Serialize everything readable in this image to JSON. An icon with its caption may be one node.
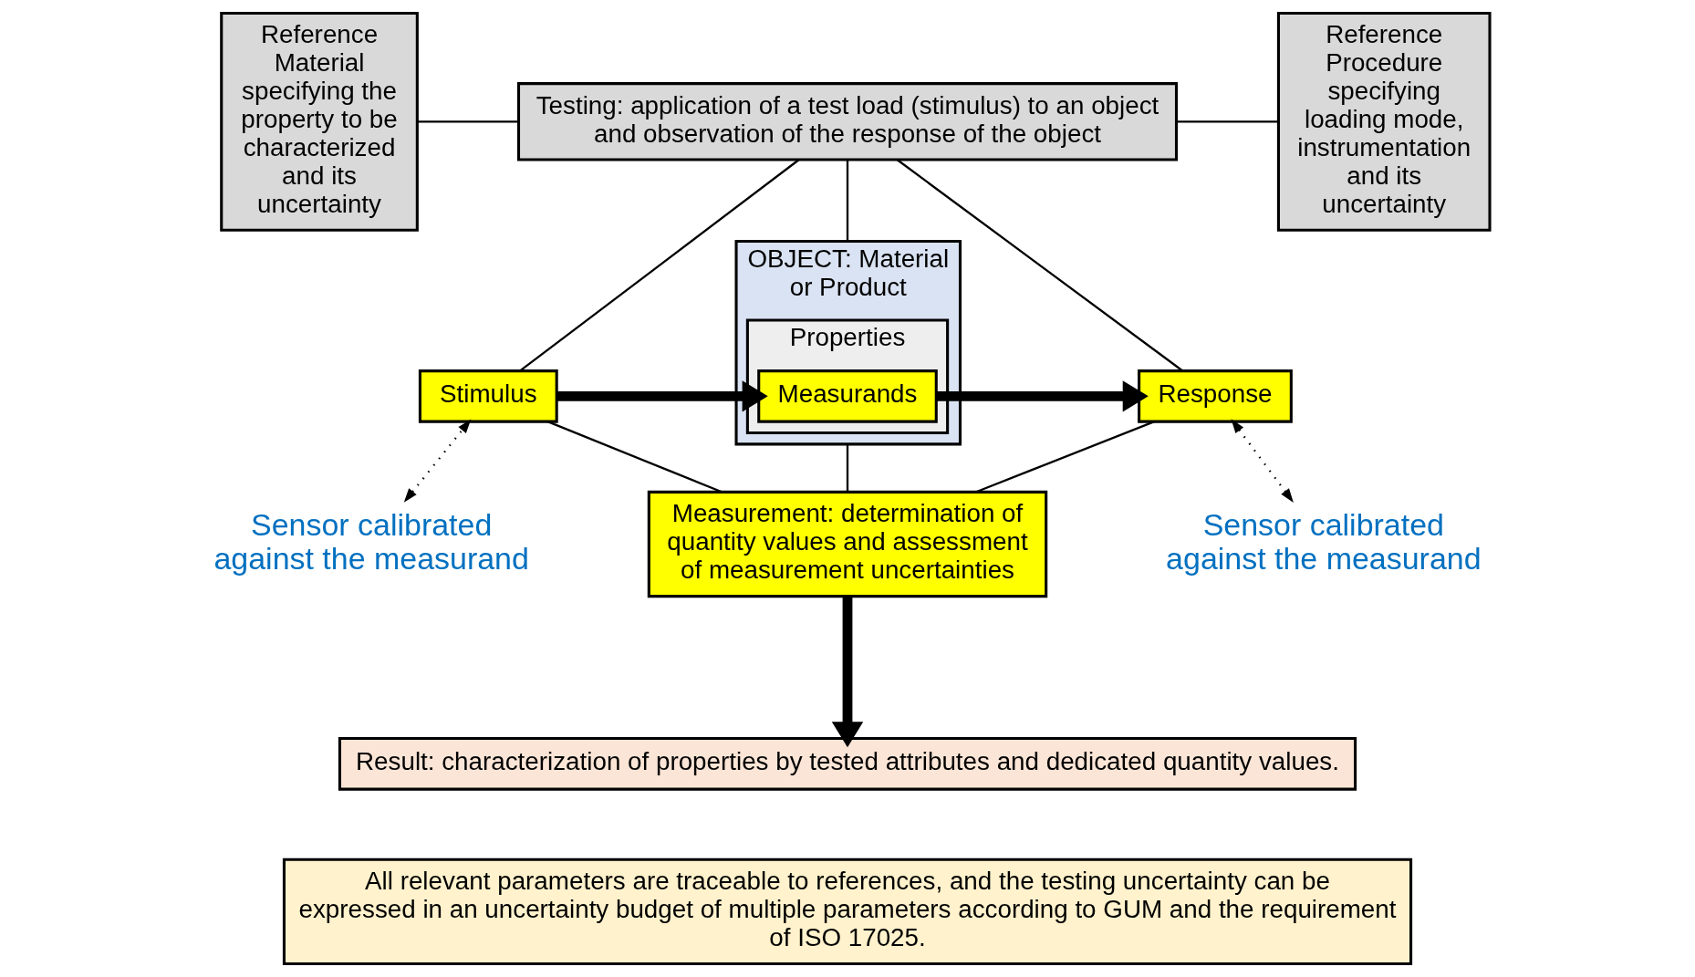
{
  "diagram": {
    "nodes": [
      {
        "text": [
          "Reference Material specifying the property to be characterized and its uncertainty"
        ]
      },
      {
        "text": [
          "Testing: application of a test load (stimulus) to an object and observation of the response of the object"
        ]
      },
      {
        "text": [
          "Reference Procedure specifying loading mode, instrumentation and its uncertainty"
        ]
      },
      {
        "text": [
          "OBJECT: Material or Product"
        ]
      },
      {
        "text": [
          "Properties"
        ],
        "in": 3
      },
      {
        "text": [
          "Measurands"
        ],
        "in": 4
      },
      {
        "text": [
          "Stimulus"
        ]
      },
      {
        "text": [
          "Response"
        ]
      },
      {
        "text": [
          "Sensor calibrated against the measurand"
        ]
      },
      {
        "text": [
          "Sensor calibrated against the measurand"
        ]
      },
      {
        "text": [
          "Measurement: determination of quantity values and assessment of measurement uncertainties"
        ]
      },
      {
        "text": [
          "Result: characterization of properties by tested attributes and dedicated quantity values."
        ]
      },
      {
        "text": [
          "All relevant parameters are traceable to references, and the testing uncertainty can be expressed in an uncertainty budget of multiple parameters according to GUM and the requirement of ISO 17025."
        ]
      }
    ],
    "edges": [
      {
        "from": 0,
        "to": 1,
        "arrow": "none"
      },
      {
        "from": 1,
        "to": 2,
        "arrow": "none"
      },
      {
        "from": 1,
        "to": 6,
        "arrow": "none"
      },
      {
        "from": 1,
        "to": 3,
        "arrow": "none"
      },
      {
        "from": 1,
        "to": 7,
        "arrow": "none"
      },
      {
        "from": 6,
        "to": 5,
        "arrow": "to",
        "style": "thick"
      },
      {
        "from": 5,
        "to": 7,
        "arrow": "to",
        "style": "thick"
      },
      {
        "from": 6,
        "to": 10,
        "arrow": "none"
      },
      {
        "from": 3,
        "to": 10,
        "arrow": "none"
      },
      {
        "from": 7,
        "to": 10,
        "arrow": "none"
      },
      {
        "from": 8,
        "to": 6,
        "arrow": "both",
        "style": "dashed"
      },
      {
        "from": 9,
        "to": 7,
        "arrow": "both",
        "style": "dashed"
      },
      {
        "from": 10,
        "to": 11,
        "arrow": "to",
        "style": "thick"
      }
    ]
  }
}
